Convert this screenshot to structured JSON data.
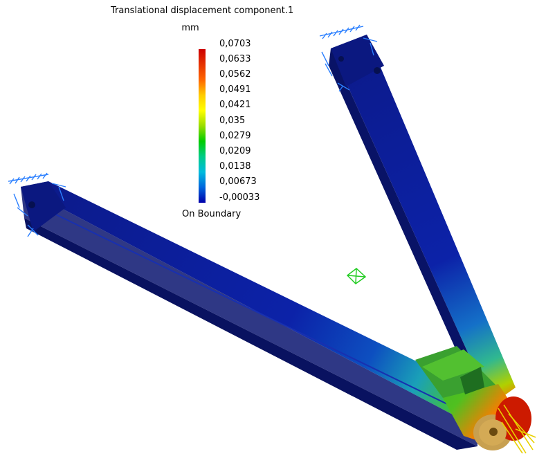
{
  "legend": {
    "title": "Translational displacement component.1",
    "unit": "mm",
    "ticks": [
      "0,0703",
      "0,0633",
      "0,0562",
      "0,0491",
      "0,0421",
      "0,035",
      "0,0279",
      "0,0209",
      "0,0138",
      "0,00673",
      "-0,00033"
    ],
    "boundary_label": "On Boundary",
    "colors": [
      "#cc0000",
      "#e63300",
      "#ff6600",
      "#ffcc00",
      "#ffff00",
      "#99dd00",
      "#00cc00",
      "#00cc88",
      "#00bbdd",
      "#0066dd",
      "#0000aa"
    ]
  },
  "scene": {
    "background": "#ffffff",
    "low_color": "#0a1e9c",
    "high_color": "#cc1a00",
    "constraint_color": "#2a7fff",
    "load_color": "#e8d000",
    "marker_color": "#22cc22"
  }
}
